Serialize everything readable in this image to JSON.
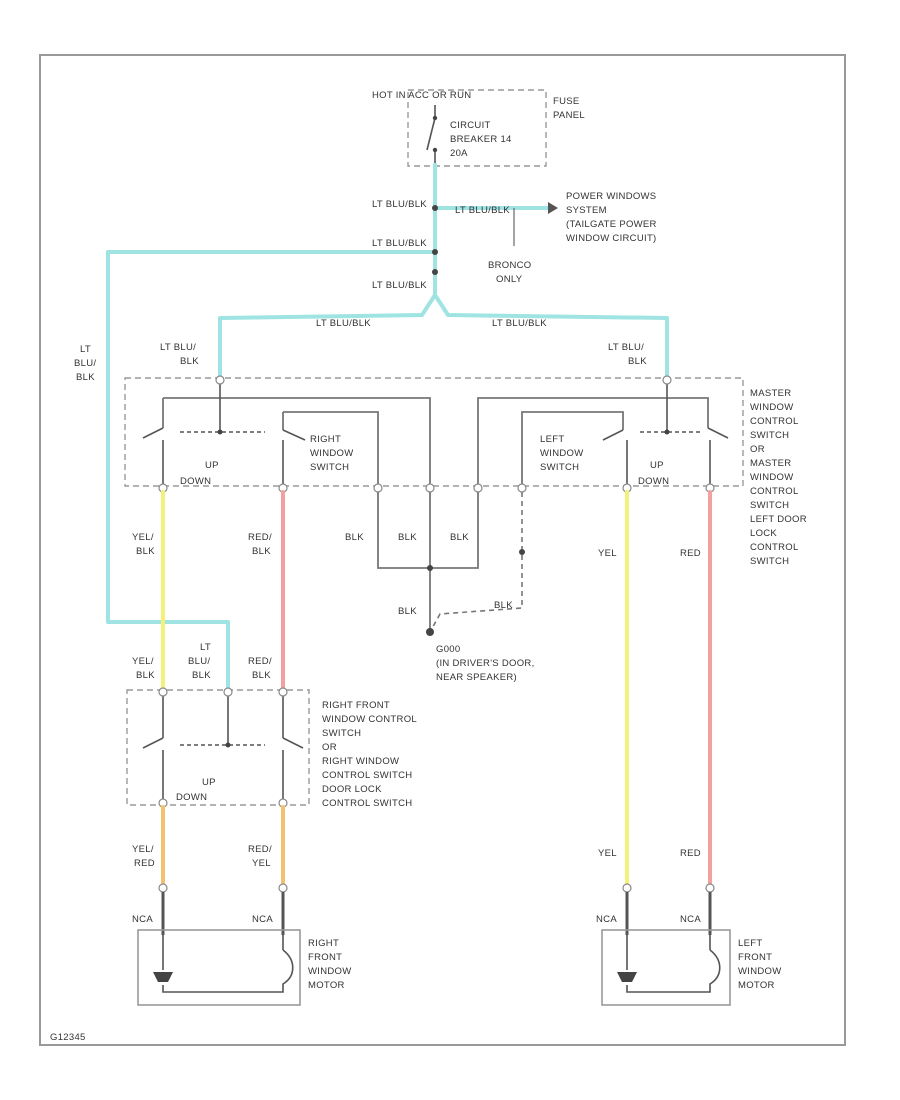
{
  "colors": {
    "lt_blu": "#9fe3e3",
    "yel": "#f4f07a",
    "red": "#f2a0a0",
    "orange": "#f5c070",
    "black": "#777777",
    "border": "#999999"
  },
  "labels": {
    "hot": "HOT IN ACC OR RUN",
    "fuse_panel": [
      "FUSE",
      "PANEL"
    ],
    "breaker": [
      "CIRCUIT",
      "BREAKER 14",
      "20A"
    ],
    "lt_blu_blk": "LT BLU/BLK",
    "lt_blu_blk_stack": [
      "LT",
      "BLU/",
      "BLK"
    ],
    "lt_blu_blk_two": [
      "LT BLU/",
      "BLK"
    ],
    "power_windows": [
      "POWER WINDOWS",
      "SYSTEM",
      "(TAILGATE POWER",
      "WINDOW CIRCUIT)"
    ],
    "bronco": [
      "BRONCO",
      "ONLY"
    ],
    "master": [
      "MASTER",
      "WINDOW",
      "CONTROL",
      "SWITCH",
      "OR",
      "MASTER",
      "WINDOW",
      "CONTROL",
      "SWITCH",
      "LEFT DOOR",
      "LOCK",
      "CONTROL",
      "SWITCH"
    ],
    "right_window_switch": [
      "RIGHT",
      "WINDOW",
      "SWITCH"
    ],
    "left_window_switch": [
      "LEFT",
      "WINDOW",
      "SWITCH"
    ],
    "up": "UP",
    "down": "DOWN",
    "yel_blk": [
      "YEL/",
      "BLK"
    ],
    "red_blk": [
      "RED/",
      "BLK"
    ],
    "blk": "BLK",
    "blk_dash": "BLK",
    "yel": "YEL",
    "red": "RED",
    "ground": [
      "G000",
      "(IN DRIVER'S DOOR,",
      "NEAR SPEAKER)"
    ],
    "right_front_switch": [
      "RIGHT FRONT",
      "WINDOW CONTROL",
      "SWITCH",
      "OR",
      "RIGHT WINDOW",
      "CONTROL SWITCH",
      "DOOR LOCK",
      "CONTROL SWITCH"
    ],
    "yel_red": [
      "YEL/",
      "RED"
    ],
    "red_yel": [
      "RED/",
      "YEL"
    ],
    "nca": "NCA",
    "right_motor": [
      "RIGHT",
      "FRONT",
      "WINDOW",
      "MOTOR"
    ],
    "left_motor": [
      "LEFT",
      "FRONT",
      "WINDOW",
      "MOTOR"
    ],
    "footer": "G12345"
  }
}
